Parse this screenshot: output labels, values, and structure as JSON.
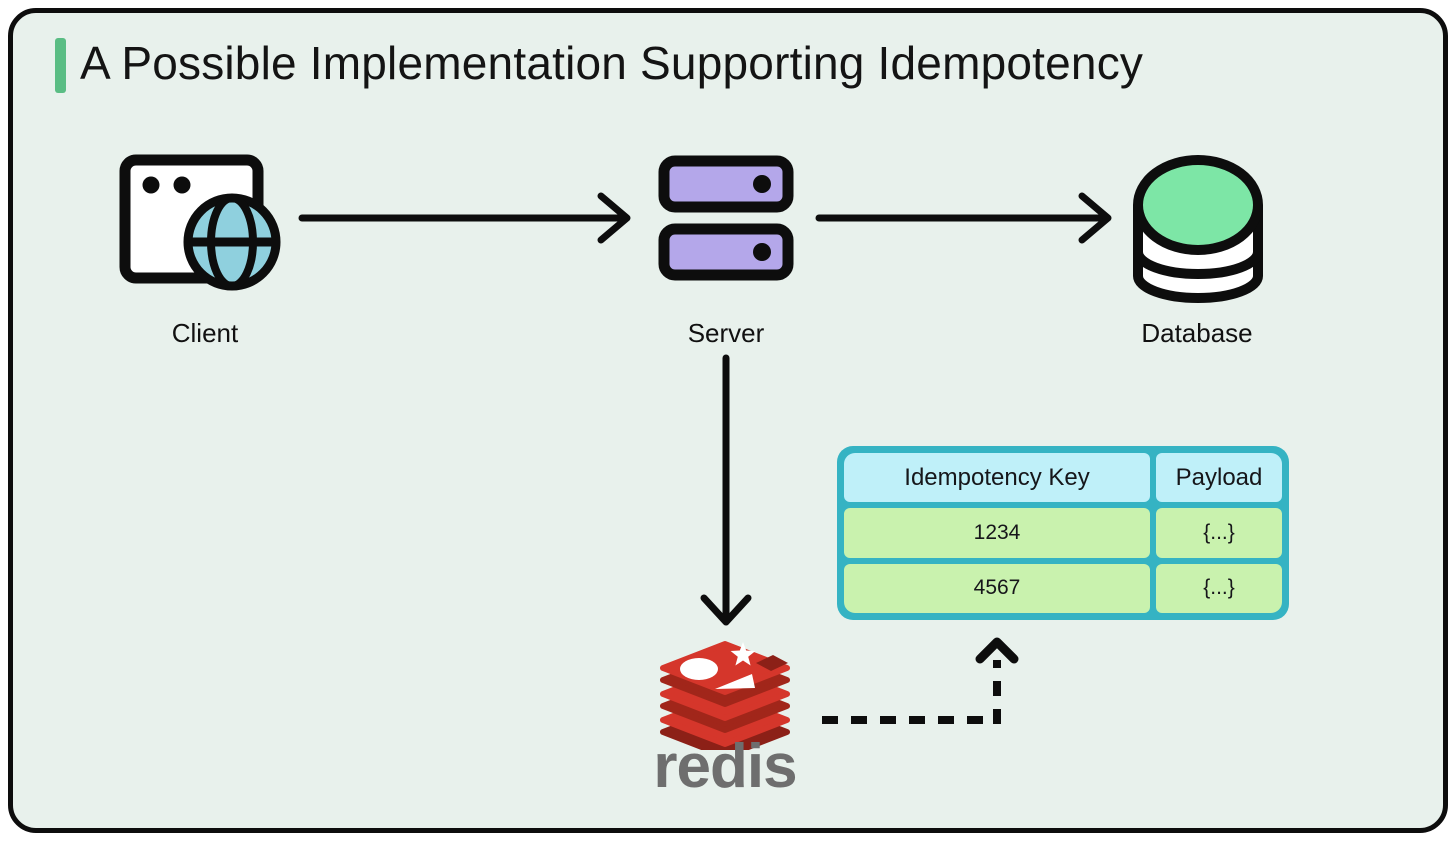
{
  "title": {
    "text": "A Possible Implementation Supporting Idempotency"
  },
  "diagram": {
    "nodes": {
      "client": {
        "label": "Client",
        "icon": "browser-globe-icon"
      },
      "server": {
        "label": "Server",
        "icon": "server-stack-icon"
      },
      "database": {
        "label": "Database",
        "icon": "database-cylinder-icon"
      },
      "redis": {
        "wordmark": "redis",
        "icon": "redis-logo-icon"
      }
    },
    "edges": [
      {
        "from": "client",
        "to": "server",
        "style": "solid-arrow"
      },
      {
        "from": "server",
        "to": "database",
        "style": "solid-arrow"
      },
      {
        "from": "server",
        "to": "redis",
        "style": "solid-arrow"
      },
      {
        "from": "redis",
        "to": "idempotency-table",
        "style": "dashed-arrow"
      }
    ]
  },
  "table": {
    "headers": [
      "Idempotency Key",
      "Payload"
    ],
    "rows": [
      {
        "key": "1234",
        "payload": "{...}"
      },
      {
        "key": "4567",
        "payload": "{...}"
      }
    ]
  },
  "colors": {
    "background": "#e8f1ec",
    "frame_border": "#0d0d0d",
    "title_accent": "#5abd84",
    "globe_blue": "#8fd0de",
    "server_purple": "#b4a7ea",
    "database_green": "#7de6a6",
    "table_teal": "#35b3c3",
    "table_header_cyan": "#bff0f9",
    "table_row_green": "#c9f2ae",
    "redis_red": "#d5362b",
    "redis_dark_red": "#a1261a",
    "redis_gray": "#6e6e6e"
  }
}
